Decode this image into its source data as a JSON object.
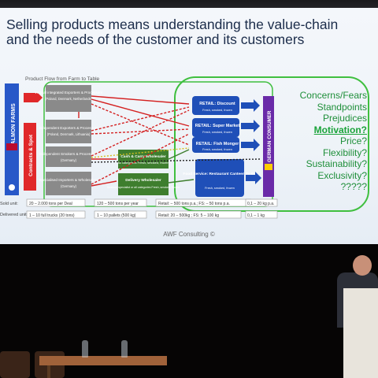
{
  "slide": {
    "title_line1": "Selling products means understanding the value-chain",
    "title_line2": "and the needs of the customer and its customers",
    "diagram_heading": "Product Flow from Farm to Table",
    "source_label": "SALMON FARMS",
    "contracts_label": "Contracts & Spot",
    "consumer_label": "GERMAN CONSUMER",
    "suppliers": [
      {
        "name": "Vertical integrated Exporters & Processors",
        "detail": "(Poland, Denmark, Netherlands)"
      },
      {
        "name": "Independent Exporters & Processors",
        "detail": "(Poland, Denmark, Lithuania)"
      },
      {
        "name": "Independent Smokers & Processors",
        "detail": "(Germany)"
      },
      {
        "name": "Specialised Importers & Wholesalers",
        "detail": "(Germany)"
      }
    ],
    "wholesalers": [
      {
        "name": "Cash & Carry Wholesaler",
        "detail": "All categories Fresh, smoked, frozen"
      },
      {
        "name": "Delivery Wholesaler",
        "detail": "Seafood specialist or all categories Fresh, smoked, frozen"
      }
    ],
    "retail": [
      {
        "name": "RETAIL: Discount",
        "detail": "Fresh, smoked, frozen"
      },
      {
        "name": "RETAIL: Super Market",
        "detail": "Fresh, smoked, frozen"
      },
      {
        "name": "RETAIL: Fish Monger",
        "detail": "Fresh, smoked, frozen"
      }
    ],
    "foodservice": {
      "name": "Food Service: Restaurant Canteen To Go",
      "detail": "Fresh, smoked, frozen"
    },
    "row_labels": {
      "sold": "Sold unit:",
      "delivered": "Delivered unit:"
    },
    "sold_units": [
      "20 – 2.000 tons per Deal",
      "120 – 500 tons per year",
      "Retail: – 500 tons p.a.; FS: – 50 tons p.a.",
      "0,1 – 20 kg p.a."
    ],
    "delivered_units": [
      "1 – 10 full trucks (20 tons)",
      "1 – 10 pallets (500 kg)",
      "Retail: 20 – 500kg ; FS: 5 – 100 kg",
      "0,1 – 1 kg"
    ],
    "right_list": [
      "Concerns/Fears",
      "Standpoints",
      "Prejudices",
      "Motivation?",
      "Price?",
      "Flexibility?",
      "Sustainability?",
      "Exclusivity?",
      "?????"
    ],
    "footer": "AWF Consulting ©"
  },
  "colors": {
    "title": "#1b2c4a",
    "salmon_farms": "#2858c8",
    "contracts": "#e0282a",
    "supplier_box": "#8a8a8a",
    "wholesaler_box": "#3e7e2e",
    "retail_box": "#1f4fb8",
    "consumer_bar": "#6a2aa8",
    "right_list": "#1f8f3a",
    "flow_line": "#d42020",
    "outline_green": "#3fbf3f"
  }
}
